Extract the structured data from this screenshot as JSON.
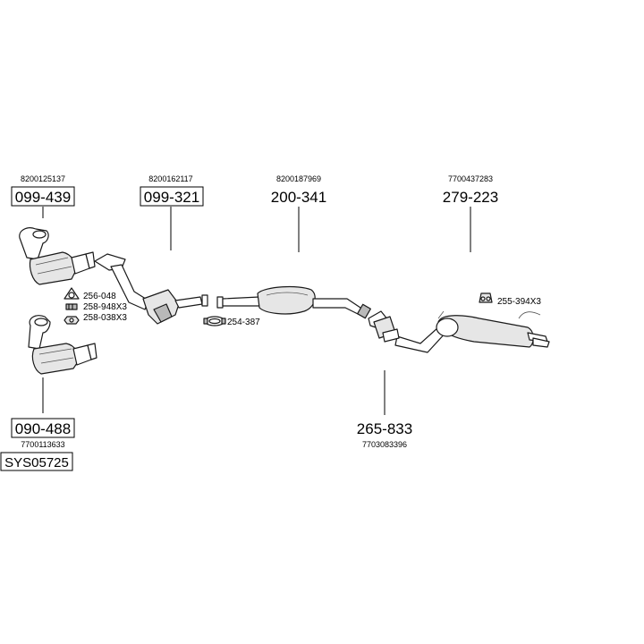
{
  "parts": [
    {
      "oem": "8200125137",
      "number": "099-439",
      "boxed": true
    },
    {
      "oem": "8200162117",
      "number": "099-321",
      "boxed": true
    },
    {
      "oem": "8200187969",
      "number": "200-341",
      "boxed": false
    },
    {
      "oem": "7700437283",
      "number": "279-223",
      "boxed": false
    },
    {
      "oem": "7700113633",
      "number": "090-488",
      "boxed": true
    },
    {
      "oem": "7703083396",
      "number": "265-833",
      "boxed": false
    }
  ],
  "small_parts": [
    {
      "number": "256-048",
      "icon": "gasket-ring-icon"
    },
    {
      "number": "258-948X3",
      "icon": "bolt-icon"
    },
    {
      "number": "258-038X3",
      "icon": "nut-icon"
    },
    {
      "number": "254-387",
      "icon": "pipe-clamp-icon"
    },
    {
      "number": "255-394X3",
      "icon": "rubber-mount-icon"
    }
  ],
  "system_code": "SYS05725"
}
